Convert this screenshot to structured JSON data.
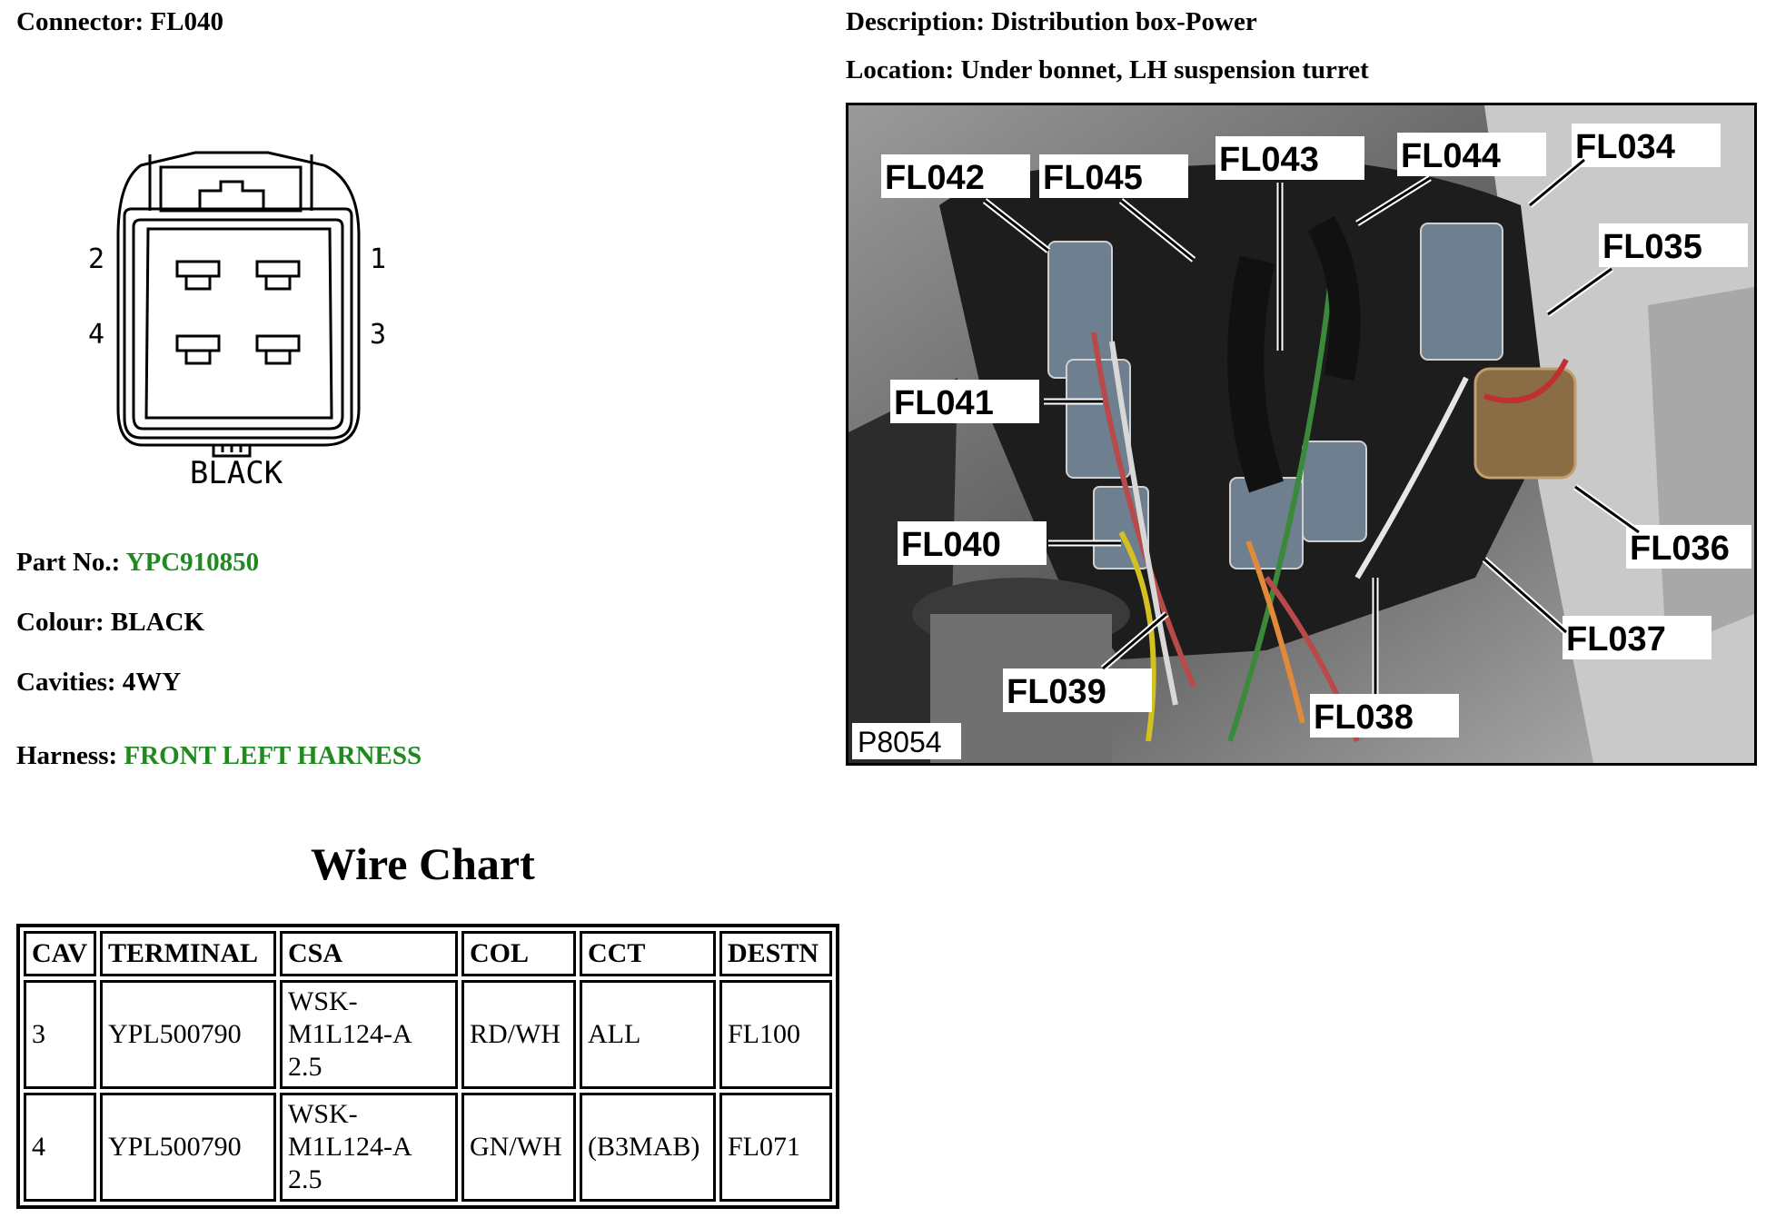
{
  "connector": {
    "label": "Connector:",
    "value": "FL040"
  },
  "description": {
    "label": "Description:",
    "value": "Distribution box-Power"
  },
  "location": {
    "label": "Location:",
    "value": "Under bonnet, LH suspension turret"
  },
  "connector_figure": {
    "pin_labels": [
      "1",
      "2",
      "3",
      "4"
    ],
    "colour_caption": "BLACK"
  },
  "part_no": {
    "label": "Part No.:",
    "value": "YPC910850",
    "value_color": "#1f8a1f"
  },
  "colour": {
    "label": "Colour:",
    "value": "BLACK"
  },
  "cavities": {
    "label": "Cavities:",
    "value": "4WY"
  },
  "harness": {
    "label": "Harness:",
    "value": "FRONT LEFT HARNESS",
    "value_color": "#1f8a1f"
  },
  "photo": {
    "image_ref": "P8054",
    "callouts": [
      "FL042",
      "FL045",
      "FL043",
      "FL044",
      "FL034",
      "FL035",
      "FL041",
      "FL040",
      "FL036",
      "FL037",
      "FL039",
      "FL038"
    ]
  },
  "wire_chart": {
    "title": "Wire Chart",
    "headers": [
      "CAV",
      "TERMINAL",
      "CSA",
      "COL",
      "CCT",
      "DESTN"
    ],
    "rows": [
      {
        "cav": "3",
        "terminal": "YPL500790",
        "csa": [
          "WSK-",
          "M1L124-A",
          "2.5"
        ],
        "col": "RD/WH",
        "cct": "ALL",
        "destn": "FL100"
      },
      {
        "cav": "4",
        "terminal": "YPL500790",
        "csa": [
          "WSK-",
          "M1L124-A",
          "2.5"
        ],
        "col": "GN/WH",
        "cct": "(B3MAB)",
        "destn": "FL071"
      }
    ]
  }
}
